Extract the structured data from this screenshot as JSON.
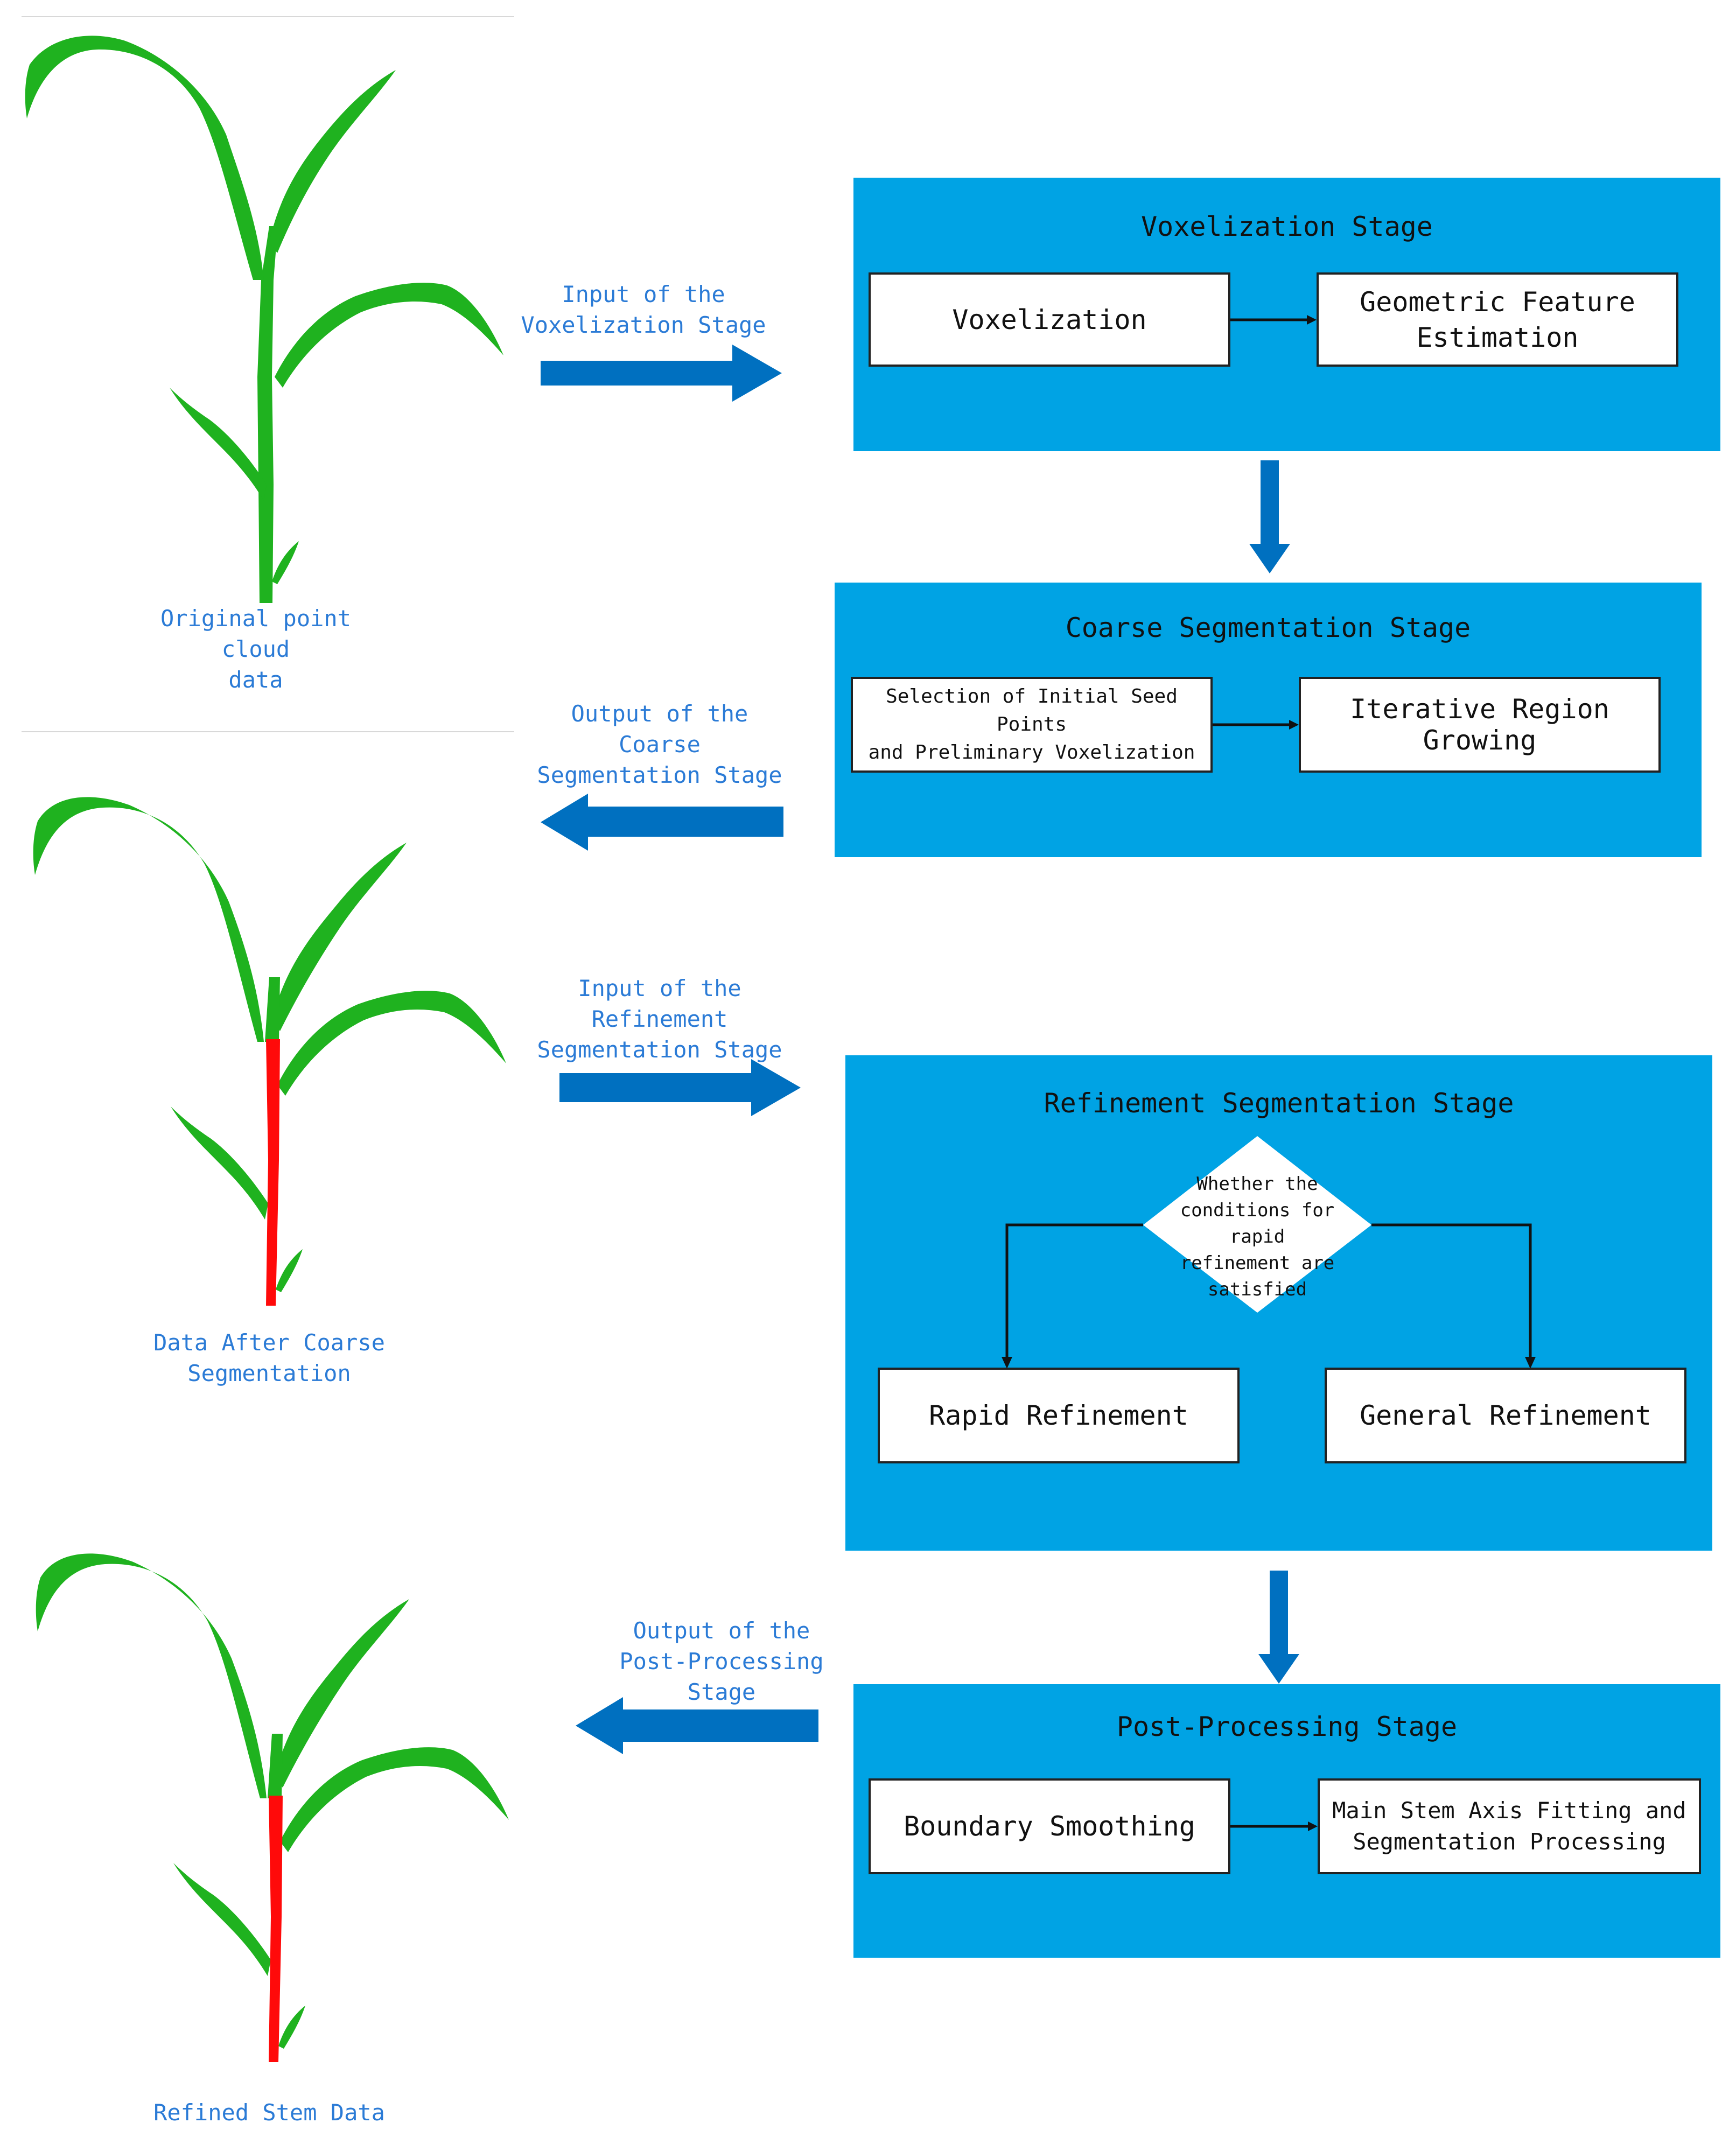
{
  "plants": {
    "original": {
      "caption": "Original point\ncloud\ndata"
    },
    "coarse": {
      "caption": "Data After Coarse\nSegmentation"
    },
    "refined": {
      "caption": "Refined Stem Data"
    }
  },
  "arrows": {
    "input_voxelization": "Input of the\nVoxelization Stage",
    "output_coarse": "Output of the\nCoarse\nSegmentation Stage",
    "input_refinement": "Input of the\nRefinement\nSegmentation Stage",
    "output_post": "Output of the\nPost-Processing\nStage"
  },
  "stages": {
    "voxelization": {
      "title": "Voxelization Stage",
      "steps": [
        "Voxelization",
        "Geometric Feature\nEstimation"
      ]
    },
    "coarse": {
      "title": "Coarse Segmentation Stage",
      "steps": [
        "Selection of Initial Seed Points\nand Preliminary Voxelization",
        "Iterative Region Growing"
      ]
    },
    "refinement": {
      "title": "Refinement Segmentation Stage",
      "decision": "Whether the\nconditions for rapid\nrefinement are\nsatisfied",
      "steps": [
        "Rapid Refinement",
        "General Refinement"
      ]
    },
    "post": {
      "title": "Post-Processing Stage",
      "steps": [
        "Boundary Smoothing",
        "Main Stem Axis Fitting and\nSegmentation Processing"
      ]
    }
  },
  "colors": {
    "stage_fill": "#00a3e4",
    "arrow_fill": "#0070c0",
    "caption_text": "#2b7bd6",
    "plant_green": "#1fb21f",
    "stem_red": "#ff0a0a"
  }
}
